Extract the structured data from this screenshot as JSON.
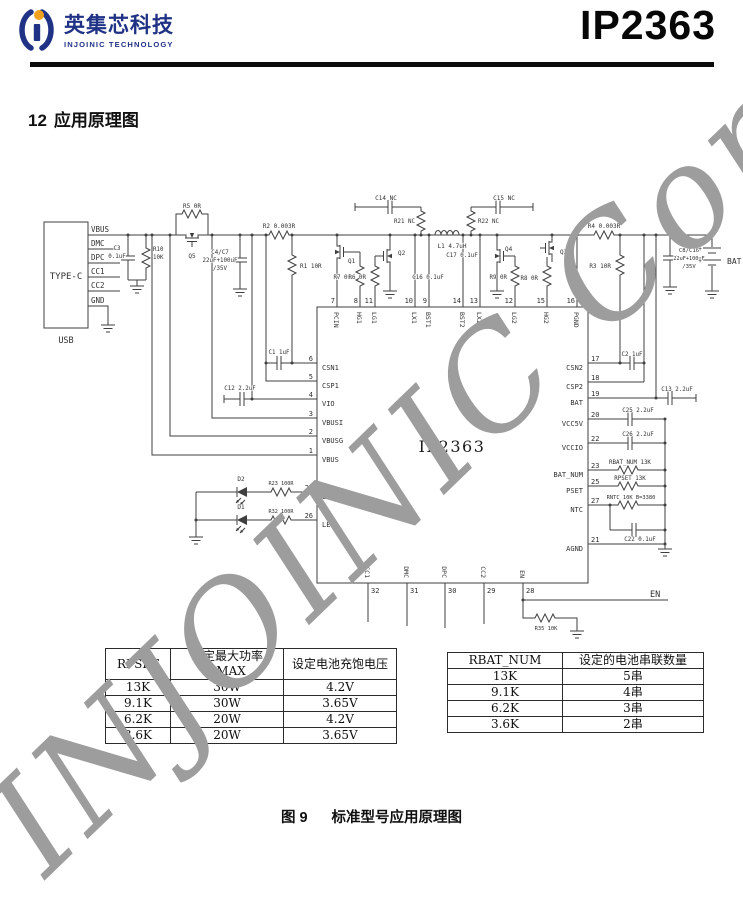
{
  "header": {
    "brand_cn": "英集芯科技",
    "brand_en": "INJOINIC TECHNOLOGY",
    "part_number": "IP2363"
  },
  "section": {
    "number": "12",
    "title": "应用原理图"
  },
  "watermark": "INJOINIC Corp.",
  "figure": {
    "label": "图 9",
    "title": "标准型号应用原理图"
  },
  "connector": {
    "name": "TYPE-C",
    "port": "USB",
    "pins": [
      "VBUS",
      "DMC",
      "DPC",
      "CC1",
      "CC2",
      "GND"
    ]
  },
  "ic": {
    "name": "IP2363",
    "top_pins": [
      {
        "num": "7",
        "name": "PCIN"
      },
      {
        "num": "8",
        "name": "HG1"
      },
      {
        "num": "11",
        "name": "LG1"
      },
      {
        "num": "10",
        "name": "LX1"
      },
      {
        "num": "9",
        "name": "BST1"
      },
      {
        "num": "14",
        "name": "BST2"
      },
      {
        "num": "13",
        "name": "LX2"
      },
      {
        "num": "12",
        "name": "LG2"
      },
      {
        "num": "15",
        "name": "HG2"
      },
      {
        "num": "16",
        "name": "PGND"
      }
    ],
    "left_pins": [
      {
        "num": "6",
        "name": "CSN1"
      },
      {
        "num": "5",
        "name": "CSP1"
      },
      {
        "num": "4",
        "name": "VIO"
      },
      {
        "num": "3",
        "name": "VBUSI"
      },
      {
        "num": "2",
        "name": "VBUSG"
      },
      {
        "num": "1",
        "name": "VBUS"
      },
      {
        "num": "24",
        "name": "LED2"
      },
      {
        "num": "26",
        "name": "LED1"
      }
    ],
    "right_pins": [
      {
        "num": "17",
        "name": "CSN2"
      },
      {
        "num": "18",
        "name": "CSP2"
      },
      {
        "num": "19",
        "name": "BAT"
      },
      {
        "num": "20",
        "name": "VCC5V"
      },
      {
        "num": "22",
        "name": "VCCIO"
      },
      {
        "num": "23",
        "name": "BAT_NUM"
      },
      {
        "num": "25",
        "name": "PSET"
      },
      {
        "num": "27",
        "name": "NTC"
      },
      {
        "num": "21",
        "name": "AGND"
      }
    ],
    "bottom_pins": [
      {
        "num": "32",
        "name": "CC1"
      },
      {
        "num": "31",
        "name": "DMC"
      },
      {
        "num": "30",
        "name": "DPC"
      },
      {
        "num": "29",
        "name": "CC2"
      },
      {
        "num": "28",
        "name": "EN"
      }
    ]
  },
  "schematic": {
    "labels": {
      "typec": "TYPE-C",
      "usb": "USB",
      "c3a": "C3",
      "c3b": "0.1uF",
      "r10a": "R10",
      "r10b": "10K",
      "r5": "R5 0R",
      "q5": "Q5",
      "c47a": "C4/C7",
      "c47b": "22uF+100uF",
      "c47c": "/35V",
      "r2": "R2 0.003R",
      "r1": "R1 10R",
      "c1": "C1 1uF",
      "c12": "C12 2.2uF",
      "c14": "C14 NC",
      "r21": "R21 NC",
      "l1": "L1 4.7uH",
      "c16": "C16 0.1uF",
      "c17": "C17 0.1uF",
      "c15": "C15 NC",
      "r22": "R22 NC",
      "q1": "Q1",
      "r7": "R7 0R",
      "q2": "Q2",
      "r6": "R6 0R",
      "q4": "Q4",
      "r9": "R9 0R",
      "q3": "Q3",
      "r8": "R8 0R",
      "r3": "R3 10R",
      "r4": "R4 0.003R",
      "c2": "C2 1uF",
      "c13": "C13 2.2uF",
      "c810a": "C8/C10",
      "c810b": "22uF+100uF",
      "c810c": "/35V",
      "bat": "BAT",
      "batp1": "+",
      "batp2": "+",
      "d2": "D2",
      "r23": "R23 100R",
      "d1": "D1",
      "r32": "R32 100R",
      "c25": "C25 2.2uF",
      "c26": "C26 2.2uF",
      "rbat": "RBAT_NUM 13K",
      "rpset": "RPSET 13K",
      "rntc": "RNTC 10K B=3380",
      "c22": "C22 0.1uF",
      "en": "EN",
      "r35": "R35 10K"
    }
  },
  "tables": {
    "power": {
      "headers": [
        "RPSET",
        "设定最大功率PMAX",
        "设定电池充饱电压"
      ],
      "rows": [
        [
          "13K",
          "30W",
          "4.2V"
        ],
        [
          "9.1K",
          "30W",
          "3.65V"
        ],
        [
          "6.2K",
          "20W",
          "4.2V"
        ],
        [
          "3.6K",
          "20W",
          "3.65V"
        ]
      ]
    },
    "bat_num": {
      "headers": [
        "RBAT_NUM",
        "设定的电池串联数量"
      ],
      "rows": [
        [
          "13K",
          "5串"
        ],
        [
          "9.1K",
          "4串"
        ],
        [
          "6.2K",
          "3串"
        ],
        [
          "3.6K",
          "2串"
        ]
      ]
    }
  }
}
